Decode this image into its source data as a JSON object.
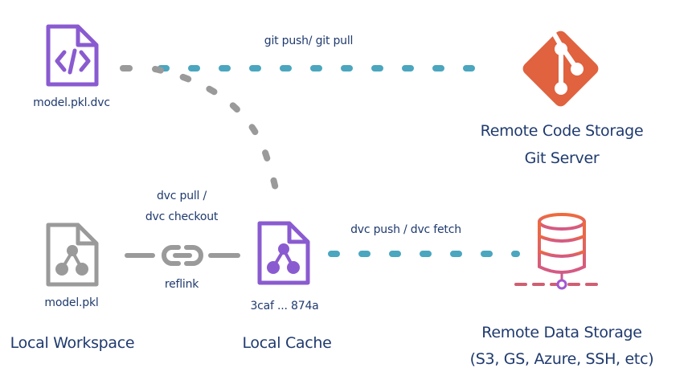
{
  "colors": {
    "text": "#1f3a6e",
    "purple": "#8a5bd0",
    "gray": "#9a9a9a",
    "teal": "#4ba6bf",
    "git_orange": "#e0623f",
    "db_gradient_top": "#ef6b3a",
    "db_gradient_bottom": "#d35a86",
    "db_network_node": "#a256d1"
  },
  "nodes": {
    "dvc_file": {
      "filename": "model.pkl.dvc",
      "icon": "code-file-icon"
    },
    "workspace_file": {
      "filename": "model.pkl",
      "icon": "data-file-icon",
      "section": "Local Workspace"
    },
    "cache_file": {
      "filename": "3caf ... 874a",
      "icon": "data-file-icon",
      "section": "Local Cache"
    },
    "git_server": {
      "icon": "git-logo-icon",
      "title_line1": "Remote Code Storage",
      "title_line2": "Git Server"
    },
    "data_storage": {
      "icon": "database-icon",
      "title_line1": "Remote Data Storage",
      "title_line2": "(S3, GS, Azure, SSH, etc)"
    }
  },
  "edges": {
    "git": {
      "label": "git push/ git pull",
      "style": "dashed",
      "color": "teal"
    },
    "dvc_remote": {
      "label": "dvc push / dvc fetch",
      "style": "dashed",
      "color": "teal"
    },
    "checkout": {
      "label_line1": "dvc pull /",
      "label_line2": "dvc checkout",
      "sublabel": "reflink",
      "icon": "link-icon",
      "color": "gray"
    },
    "dvc_to_cache": {
      "style": "dashed-curve",
      "color": "gray"
    }
  }
}
